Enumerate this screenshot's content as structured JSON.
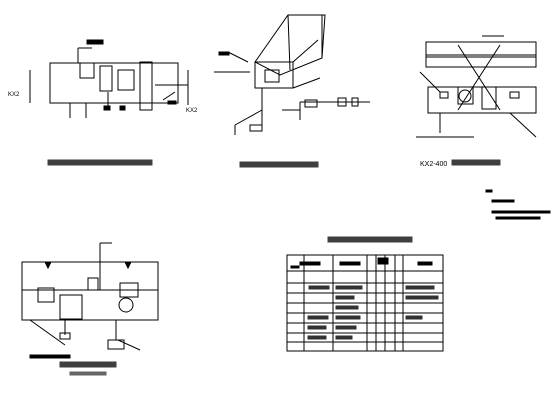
{
  "views": {
    "top_left": {
      "title": "",
      "left_tag": "KX2",
      "right_tag": "KX2"
    },
    "top_right": {
      "title": "KX2-400"
    },
    "table": {
      "heading": ""
    }
  },
  "colors": {
    "line": "#000000",
    "background": "#ffffff"
  }
}
